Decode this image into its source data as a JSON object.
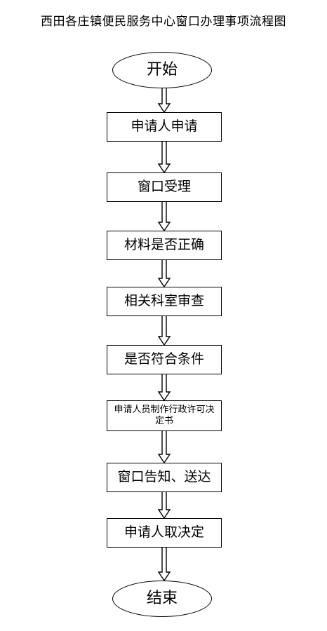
{
  "title": "西田各庄镇便民服务中心窗口办理事项流程图",
  "chart_data": {
    "type": "flowchart",
    "nodes": [
      {
        "id": "start",
        "shape": "ellipse",
        "label": "开始"
      },
      {
        "id": "apply",
        "shape": "rect",
        "label": "申请人申请"
      },
      {
        "id": "accept",
        "shape": "rect",
        "label": "窗口受理"
      },
      {
        "id": "check",
        "shape": "rect",
        "label": "材料是否正确"
      },
      {
        "id": "review",
        "shape": "rect",
        "label": "相关科室审查"
      },
      {
        "id": "conditions",
        "shape": "rect",
        "label": "是否符合条件"
      },
      {
        "id": "decision",
        "shape": "rect",
        "label": "申请人员制作行政许可决定书"
      },
      {
        "id": "notify",
        "shape": "rect",
        "label": "窗口告知、送达"
      },
      {
        "id": "collect",
        "shape": "rect",
        "label": "申请人取决定"
      },
      {
        "id": "end",
        "shape": "ellipse",
        "label": "结束"
      }
    ],
    "edges": [
      [
        "start",
        "apply"
      ],
      [
        "apply",
        "accept"
      ],
      [
        "accept",
        "check"
      ],
      [
        "check",
        "review"
      ],
      [
        "review",
        "conditions"
      ],
      [
        "conditions",
        "decision"
      ],
      [
        "decision",
        "notify"
      ],
      [
        "notify",
        "collect"
      ],
      [
        "collect",
        "end"
      ]
    ]
  }
}
